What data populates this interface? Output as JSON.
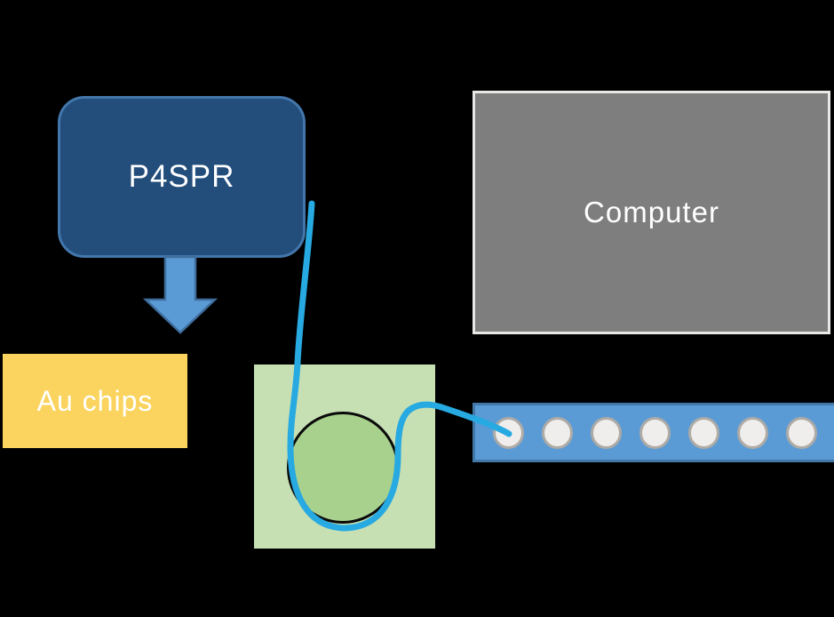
{
  "diagram": {
    "background_color": "#000000",
    "nodes": {
      "p4spr": {
        "label": "P4SPR",
        "fill": "#234D7B",
        "border_color": "#4377AB",
        "text_color": "#FFFFFF",
        "shape": "rounded-rectangle"
      },
      "computer": {
        "label": "Computer",
        "fill": "#7E7E7E",
        "border_color": "#E9E8E6",
        "text_color": "#FFFFFF",
        "shape": "rectangle"
      },
      "au_chips": {
        "label": "Au chips",
        "fill": "#FAD45E",
        "text_color": "#FFFFFF",
        "shape": "rectangle"
      },
      "flow_cell": {
        "label": "",
        "square_fill": "#C6E0B4",
        "circle_fill": "#A9D18E",
        "circle_border_color": "#0A0A0A",
        "shape": "square-with-circle"
      },
      "well_strip": {
        "label": "",
        "fill": "#5B9BD5",
        "border_color": "#4178A8",
        "well_fill": "#F0EEEC",
        "well_border_color": "#AEAAA5",
        "well_count": 7
      }
    },
    "connectors": {
      "down_arrow": {
        "from": "p4spr",
        "to": "au_chips",
        "fill": "#5B9BD5",
        "border_color": "#3F6E9E",
        "direction": "down"
      },
      "tube": {
        "from": "p4spr",
        "through": "flow_cell",
        "to": "well_strip",
        "color": "#27A9E1"
      }
    }
  }
}
